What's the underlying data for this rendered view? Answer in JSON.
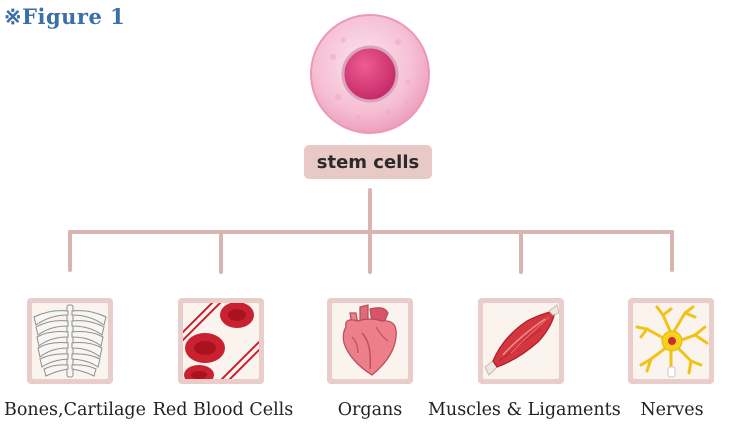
{
  "figure_label": "※Figure 1",
  "root": {
    "label": "stem cells",
    "icon": "stem-cell-icon"
  },
  "children": [
    {
      "label": "Bones,Cartilage",
      "icon": "ribcage-icon"
    },
    {
      "label": "Red Blood Cells",
      "icon": "red-blood-cells-icon"
    },
    {
      "label": "Organs",
      "icon": "heart-icon"
    },
    {
      "label": "Muscles & Ligaments",
      "icon": "muscle-icon"
    },
    {
      "label": "Nerves",
      "icon": "neuron-icon"
    }
  ],
  "colors": {
    "figure_label": "#3a6fa8",
    "badge": "#e8c9c6",
    "connector": "#d9b5b1",
    "tile_border": "#e9cdca",
    "tile_fill": "#fbf3ee",
    "cell_membrane": "#f2b3cc",
    "cell_nucleus": "#d93b7b",
    "blood": "#c9212f"
  }
}
